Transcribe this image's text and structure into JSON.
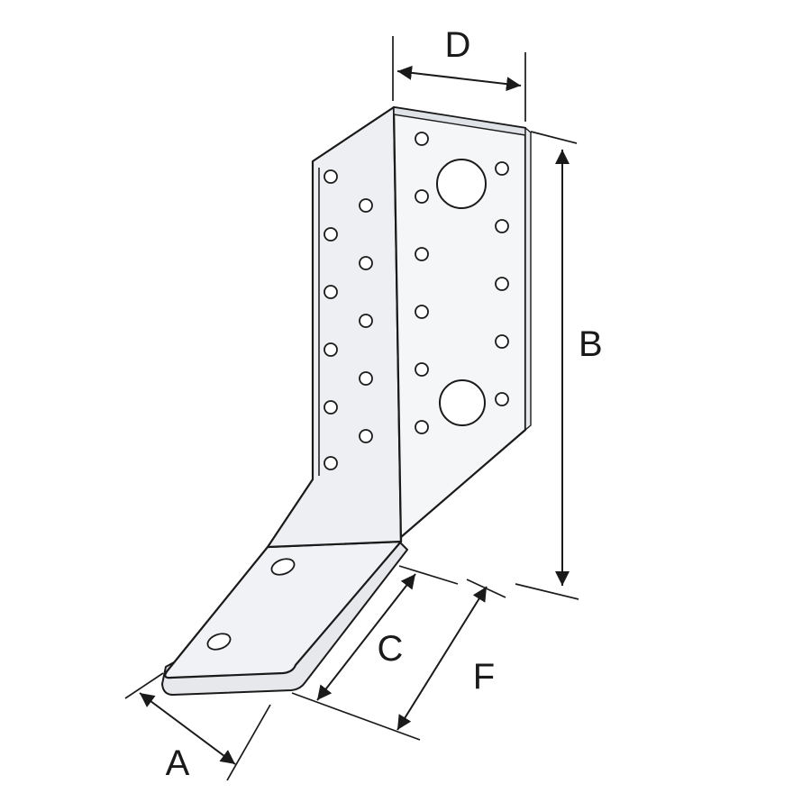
{
  "drawing": {
    "labels": {
      "d": "D",
      "b": "B",
      "a": "A",
      "c": "C",
      "f": "F"
    },
    "colors": {
      "line": "#1a1a1a",
      "plate_right_face": "#f5f6f8",
      "plate_left_face": "#edeff2",
      "plate_top_edge": "#dfe2e6",
      "plate_right_edge": "#e6e8ec",
      "flange_face": "#f1f2f5",
      "flange_lip": "#e6e8ec",
      "hole_fill": "#ffffff",
      "background": "#ffffff"
    }
  }
}
